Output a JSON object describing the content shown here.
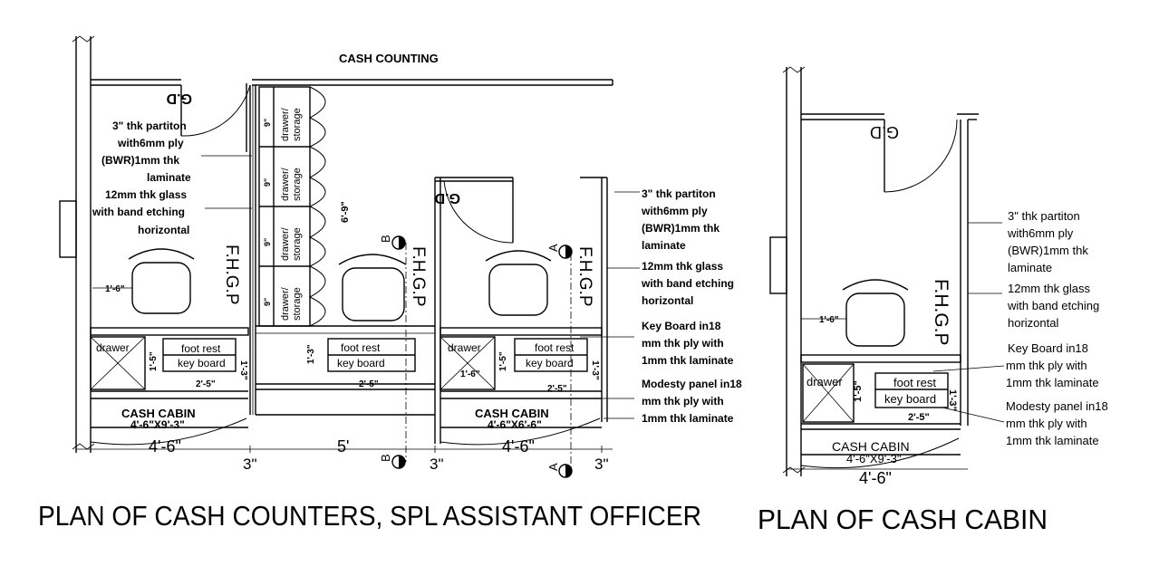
{
  "drawing": {
    "top_label": "CASH COUNTING",
    "door_label": "G.D",
    "fhgp_label": "F.H.G.P",
    "partition_note": [
      "3\" thk partiton",
      "with6mm ply",
      "(BWR)1mm thk",
      "laminate"
    ],
    "glass_note": [
      "12mm thk glass",
      "with band etching",
      "horizontal"
    ],
    "keyboard_note": [
      "Key Board  in18",
      "mm thk ply with",
      "1mm thk laminate"
    ],
    "modesty_note": [
      "Modesty panel in18",
      "mm thk ply with",
      "1mm thk laminate"
    ],
    "drawer_storage": [
      "drawer/",
      "storage"
    ],
    "dim_1_6": "1'-6\"",
    "dim_1_3": "1'-3\"",
    "dim_2_5": "2'-5\"",
    "dim_1_5": "1'-5\"",
    "dim_1_6b": "1'-6\"",
    "dim_6_9": "6'-9\"",
    "dim_9": "9\"",
    "drawer_label": "drawer",
    "foot_rest_label": "foot rest",
    "key_board_label": "key board",
    "cash_cabin": "CASH CABIN",
    "cabin_size_1": "4'-6\"X9'-3\"",
    "cabin_size_2": "4'-6\"X6'-6\"",
    "dim_4_6": "4'-6\"",
    "dim_5": "5'",
    "dim_3": "3\"",
    "section_a": "A",
    "section_b": "B",
    "title_left": "PLAN OF CASH COUNTERS, SPL ASSISTANT OFFICER",
    "title_right": "PLAN OF CASH CABIN"
  }
}
